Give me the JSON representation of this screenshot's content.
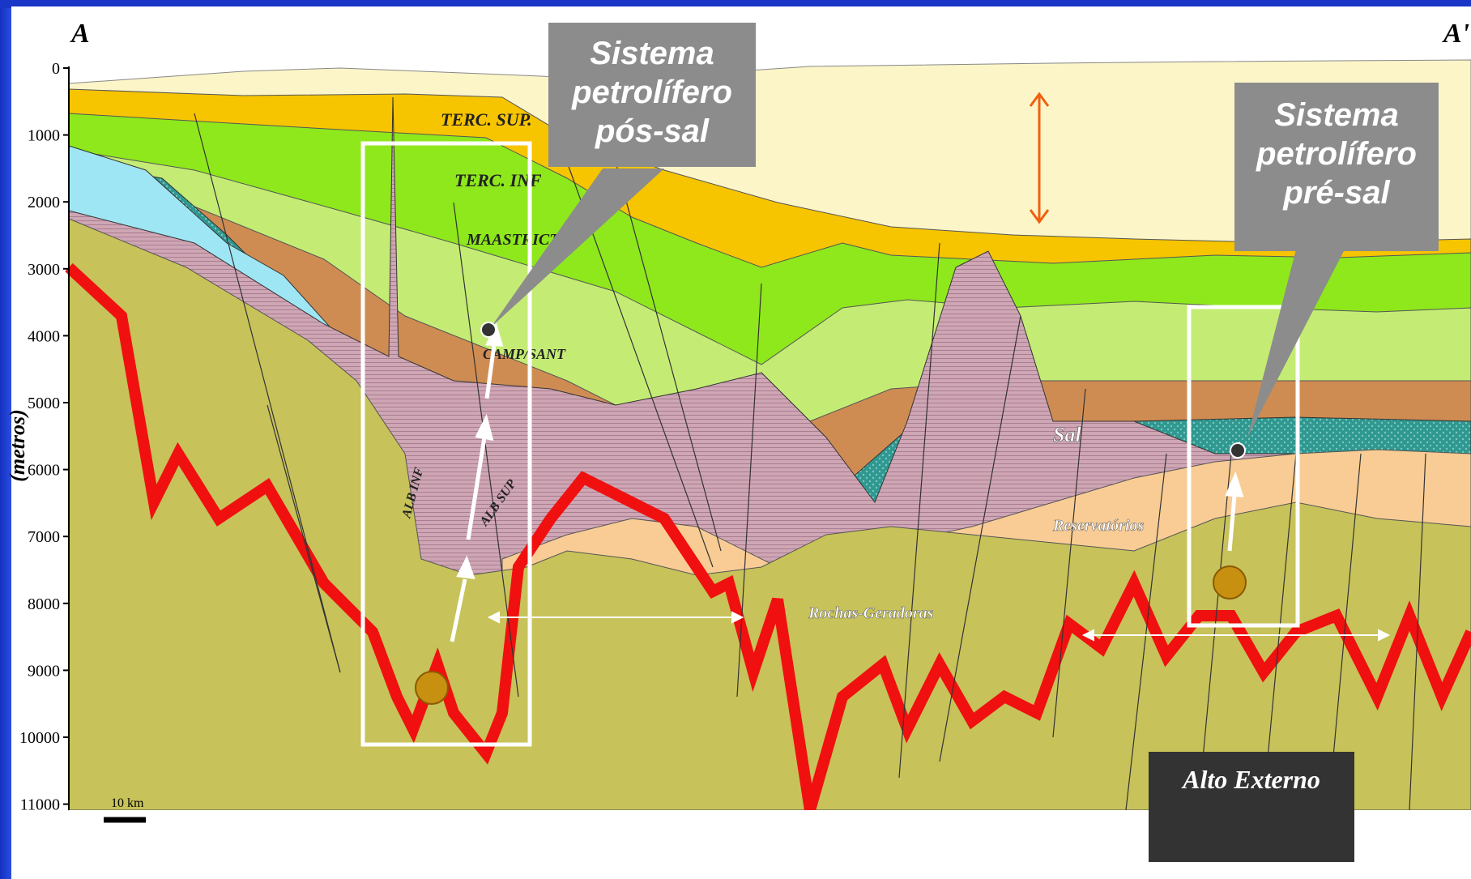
{
  "section": {
    "label_left": "A",
    "label_right": "A'",
    "y_axis_label": "(metros)",
    "y_ticks": [
      "0",
      "1000",
      "2000",
      "3000",
      "4000",
      "5000",
      "6000",
      "7000",
      "8000",
      "9000",
      "10000",
      "11000"
    ],
    "scale_bar_label": "10 km"
  },
  "units": {
    "terc_sup": "TERC. SUP.",
    "terc_inf": "TERC. INF",
    "maastrict": "MAASTRICT",
    "camp_sant": "CAMP/SANT",
    "alb_inf": "ALB INF",
    "alb_sup": "ALB SUP"
  },
  "annotations": {
    "sal": "Sal",
    "reservatorios": "Reservatórios",
    "rochas_geradoras": "Rochas-Geradoras"
  },
  "callouts": {
    "pos_sal": [
      "Sistema",
      "petrolífero",
      "pós-sal"
    ],
    "pre_sal": [
      "Sistema",
      "petrolífero",
      "pré-sal"
    ]
  },
  "alto_externo": "Alto Externo",
  "colors": {
    "frame_blue": "#1a36c8",
    "terc_sup": "#fbf5c8",
    "terc_inf": "#f7c400",
    "maastrict": "#8ee81c",
    "campanian": "#c4ec74",
    "albian_brown": "#cf8c52",
    "albian_teal": "#2f9890",
    "light_blue": "#9fe6f4",
    "salt": "#cfa6b4",
    "reservoir": "#f8cc94",
    "source_rock": "#c7c25a",
    "basement": "#f01010",
    "callout_gray": "#8c8c8c",
    "highlight": "#ffffff",
    "arrow_orange": "#f06010",
    "gen_dot": "#c89010"
  }
}
